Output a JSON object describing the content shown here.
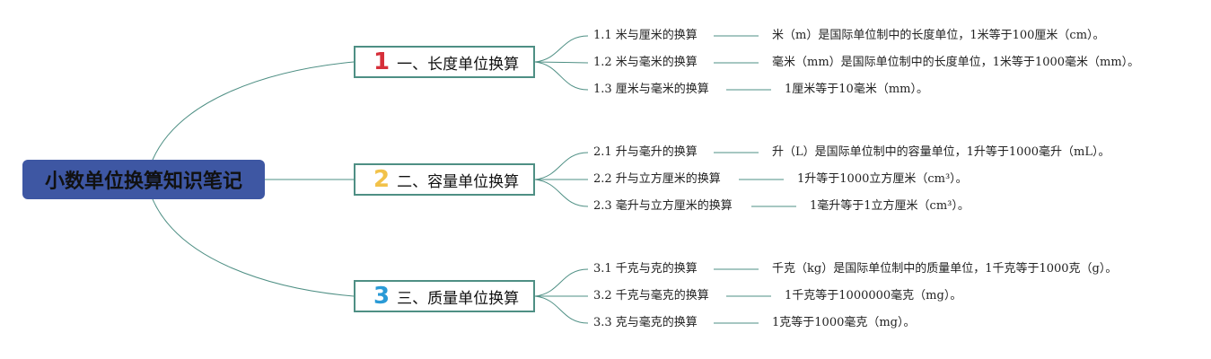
{
  "title": "小数单位换算知识笔记",
  "colors": {
    "root_bg": "#3e57a3",
    "line": "#4e8f84",
    "num1": "#d62f3a",
    "num2": "#f2c24a",
    "num3": "#2a9ad6"
  },
  "branches": [
    {
      "num": "1",
      "label": "一、长度单位换算",
      "items": [
        {
          "label": "1.1 米与厘米的换算",
          "detail": "米（m）是国际单位制中的长度单位，1米等于100厘米（cm）。"
        },
        {
          "label": "1.2 米与毫米的换算",
          "detail": "毫米（mm）是国际单位制中的长度单位，1米等于1000毫米（mm）。"
        },
        {
          "label": "1.3 厘米与毫米的换算",
          "detail": "1厘米等于10毫米（mm）。"
        }
      ]
    },
    {
      "num": "2",
      "label": "二、容量单位换算",
      "items": [
        {
          "label": "2.1 升与毫升的换算",
          "detail": "升（L）是国际单位制中的容量单位，1升等于1000毫升（mL）。"
        },
        {
          "label": "2.2 升与立方厘米的换算",
          "detail": "1升等于1000立方厘米（cm³）。"
        },
        {
          "label": "2.3 毫升与立方厘米的换算",
          "detail": "1毫升等于1立方厘米（cm³）。"
        }
      ]
    },
    {
      "num": "3",
      "label": "三、质量单位换算",
      "items": [
        {
          "label": "3.1 千克与克的换算",
          "detail": "千克（kg）是国际单位制中的质量单位，1千克等于1000克（g）。"
        },
        {
          "label": "3.2 千克与毫克的换算",
          "detail": "1千克等于1000000毫克（mg）。"
        },
        {
          "label": "3.3 克与毫克的换算",
          "detail": "1克等于1000毫克（mg）。"
        }
      ]
    }
  ]
}
